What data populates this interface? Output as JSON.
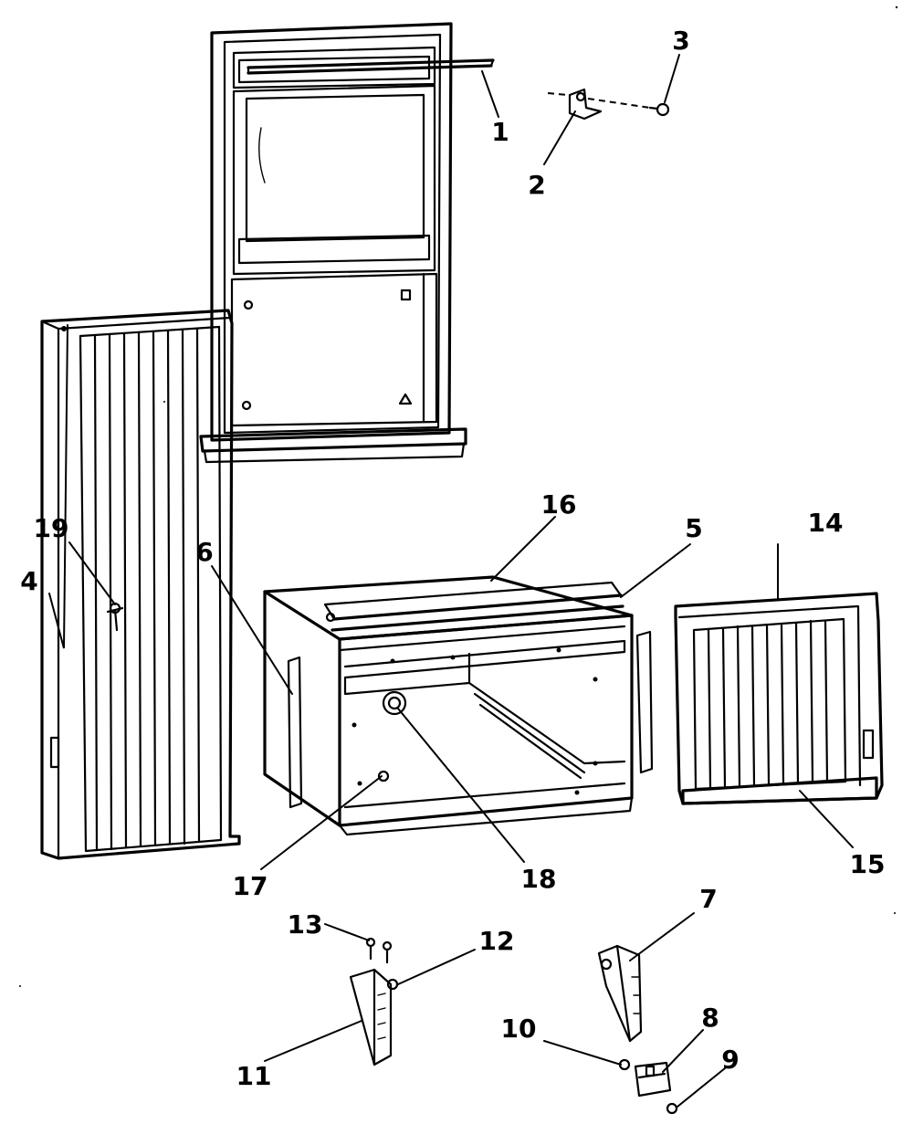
{
  "callouts": [
    {
      "id": "1",
      "text": "1"
    },
    {
      "id": "2",
      "text": "2"
    },
    {
      "id": "3",
      "text": "3"
    },
    {
      "id": "4",
      "text": "4"
    },
    {
      "id": "5",
      "text": "5"
    },
    {
      "id": "6",
      "text": "6"
    },
    {
      "id": "7",
      "text": "7"
    },
    {
      "id": "8",
      "text": "8"
    },
    {
      "id": "9",
      "text": "9"
    },
    {
      "id": "10",
      "text": "10"
    },
    {
      "id": "11",
      "text": "11"
    },
    {
      "id": "12",
      "text": "12"
    },
    {
      "id": "13",
      "text": "13"
    },
    {
      "id": "14",
      "text": "14"
    },
    {
      "id": "15",
      "text": "15"
    },
    {
      "id": "16",
      "text": "16"
    },
    {
      "id": "17",
      "text": "17"
    },
    {
      "id": "18",
      "text": "18"
    },
    {
      "id": "19",
      "text": "19"
    }
  ],
  "colors": {
    "ink": "#000000",
    "paper": "#ffffff"
  }
}
